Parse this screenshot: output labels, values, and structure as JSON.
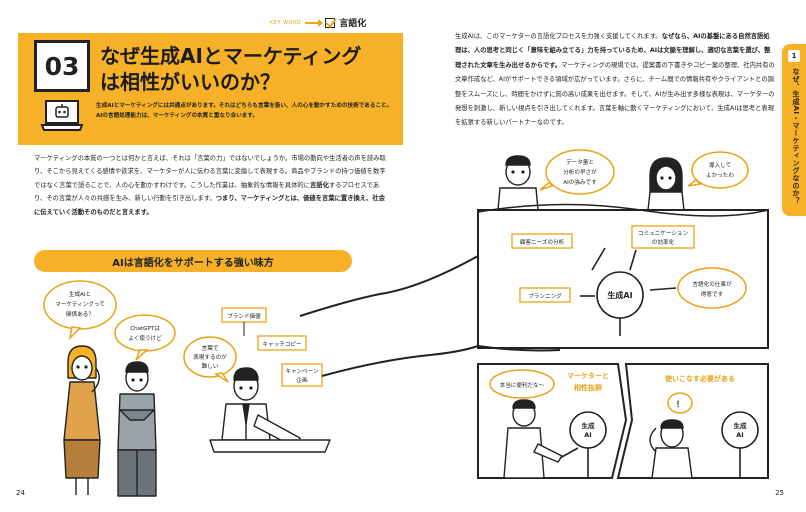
{
  "header": {
    "keyword_label": "KEY WORD",
    "keyword": "言語化"
  },
  "section": {
    "number": "03",
    "title_line1": "なぜ生成AIとマーケティング",
    "title_line2": "は相性がいいのか？",
    "lead": "生成AIとマーケティングには共通点があります。それはどちらも言葉を扱い、人の心を動かすための技術であること。AIの言語処理能力は、マーケティングの本質と重なり合います。"
  },
  "left_body": {
    "p1": "マーケティングの本質の一つとは何かと言えば、それは「言葉の力」ではないでしょうか。市場の動向や生活者の声を読み取り、そこから見えてくる感情や欲求を、マーケターが人に伝わる言葉に変換して表現する。商品やブランドの持つ価値を数字ではなく言葉で語ることで、人の心を動かすわけです。こうした作業は、抽象的な情報を具体的に",
    "p1_bold1": "言語化",
    "p1_cont": "するプロセスであり、その言葉が人々の共感を生み、新しい行動を引き出します。",
    "p1_bold2": "つまり、マーケティングとは、価値を言葉に置き換え、社会に伝えていく活動そのものだと言えます。"
  },
  "sub_heading": "AIは言語化をサポートする強い味方",
  "left_illustration": {
    "bubble_woman": "生成AIとマーケティングって関係ある？",
    "bubble_man": "ChatGPTはよく使うけど",
    "bubble_worker": "言葉で表現するのが難しい",
    "tag1": "ブランド価値",
    "tag2": "キャッチコピー",
    "tag3": "キャンペーン企画"
  },
  "right_body": {
    "t1": "生成AIは、このマーケターの言語化プロセスを力強く支援してくれます。",
    "t1_bold": "なぜなら、AIの基盤にある自然言語処理は、人の思考と同じく「意味を組み立てる」力を持っているため、AIは文脈を理解し、適切な言葉を選び、整理された文章を生み出せるからです。",
    "t2": "マーケティングの現場では、提案書の下書きやコピー案の整理、社内共有の文章作成など、AIがサポートできる領域が広がっています。さらに、チーム間での情報共有やクライアントとの調整をスムーズにし、時間をかけずに質の高い成果を出せます。そして、AIが生み出す多様な表現は、マーケターの発想を刺激し、新しい視点を引き出してくれます。言葉を軸に動くマーケティングにおいて、生成AIは思考と表現を拡張する新しいパートナーなのです。"
  },
  "right_illustration": {
    "bubble_man": "データ量と分析の早さがAIの強みです",
    "bubble_woman": "導入してよかったわ",
    "tag_needs": "顧客ニーズの分析",
    "tag_comm": "コミュニケーションの効率化",
    "tag_plan": "プランニング",
    "tag_lang": "言語化の仕事が得意です",
    "ai_main": "生成AI",
    "bubble_doubt": "本当に便利だな～",
    "caption_match": "マーケターと相性抜群",
    "caption_need": "使いこなす必要がある",
    "ai_small1": "生成AI",
    "ai_small2": "生成AI",
    "exclaim": "！"
  },
  "side_tab": {
    "num": "1",
    "text": "なぜ、生成AI・マーケティングなのか？"
  },
  "folio": {
    "left": "24",
    "right": "25"
  },
  "colors": {
    "accent": "#f6b128",
    "ink": "#222222"
  }
}
